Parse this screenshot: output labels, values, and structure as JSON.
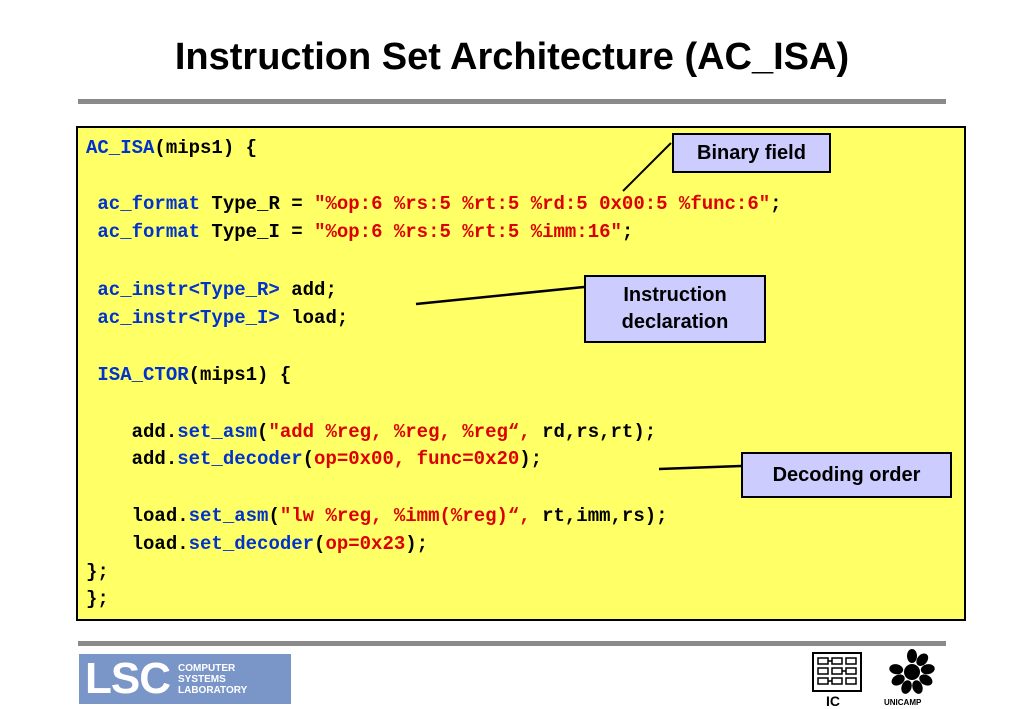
{
  "slide": {
    "title": "Instruction Set Architecture (AC_ISA)"
  },
  "code": {
    "line1": {
      "kw": "AC_ISA",
      "rest": "(mips1) {"
    },
    "line2": {
      "kw": "ac_format",
      "mid": " Type_R = ",
      "str": "\"%op:6 %rs:5 %rt:5 %rd:5 0x00:5 %func:6\"",
      "end": ";"
    },
    "line3": {
      "kw": "ac_format",
      "mid": " Type_I = ",
      "str": "\"%op:6 %rs:5 %rt:5 %imm:16\"",
      "end": ";"
    },
    "line4": {
      "kw": "ac_instr<Type_R>",
      "rest": " add;"
    },
    "line5": {
      "kw": "ac_instr<Type_I>",
      "rest": " load;"
    },
    "line6": {
      "kw": "ISA_CTOR",
      "rest": "(mips1) {"
    },
    "line7": {
      "pre": "add.",
      "kw": "set_asm",
      "open": "(",
      "str": "\"add %reg, %reg, %reg“,",
      "rest": " rd,rs,rt);"
    },
    "line8": {
      "pre": "add.",
      "kw": "set_decoder",
      "open": "(",
      "str": "op=0x00, func=0x20",
      "rest": ");"
    },
    "line9": {
      "pre": "load.",
      "kw": "set_asm",
      "open": "(",
      "str": "\"lw %reg, %imm(%reg)“,",
      "rest": " rt,imm,rs);"
    },
    "line10": {
      "pre": "load.",
      "kw": "set_decoder",
      "open": "(",
      "str": "op=0x23",
      "rest": ");"
    },
    "line11": "};",
    "line12": "};"
  },
  "callouts": {
    "binary_field": "Binary field",
    "instruction_declaration_1": "Instruction",
    "instruction_declaration_2": "declaration",
    "decoding_order": "Decoding order"
  },
  "footer": {
    "lsc_letters": "LSC",
    "lsc_line1": "COMPUTER",
    "lsc_line2": "SYSTEMS",
    "lsc_line3": "LABORATORY",
    "ic_label": "IC",
    "unicamp_label": "UNICAMP"
  },
  "colors": {
    "code_background": "#ffff66",
    "keyword": "#0033cc",
    "string": "#dd0000",
    "callout_background": "#ccccff",
    "rule": "#8a8a8a",
    "lsc_logo": "#7a96c8"
  }
}
